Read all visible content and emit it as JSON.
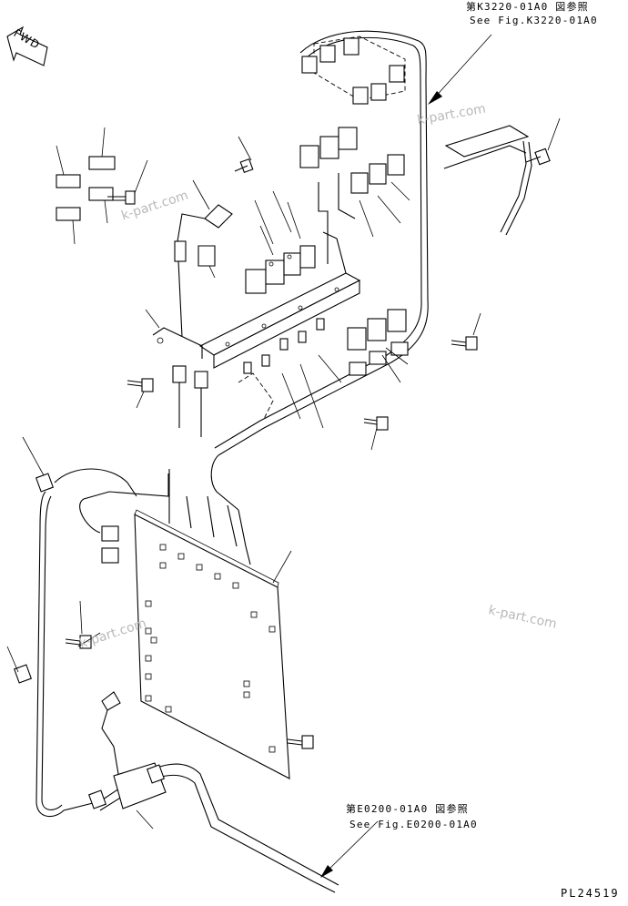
{
  "references": {
    "top": {
      "jp": "第K3220-01A0 図参照",
      "en": "See Fig.K3220-01A0"
    },
    "bottom": {
      "jp": "第E0200-01A0 図参照",
      "en": "See Fig.E0200-01A0"
    }
  },
  "direction_label": "FWD",
  "part_number": "PL24519",
  "watermark": "k-part.com"
}
